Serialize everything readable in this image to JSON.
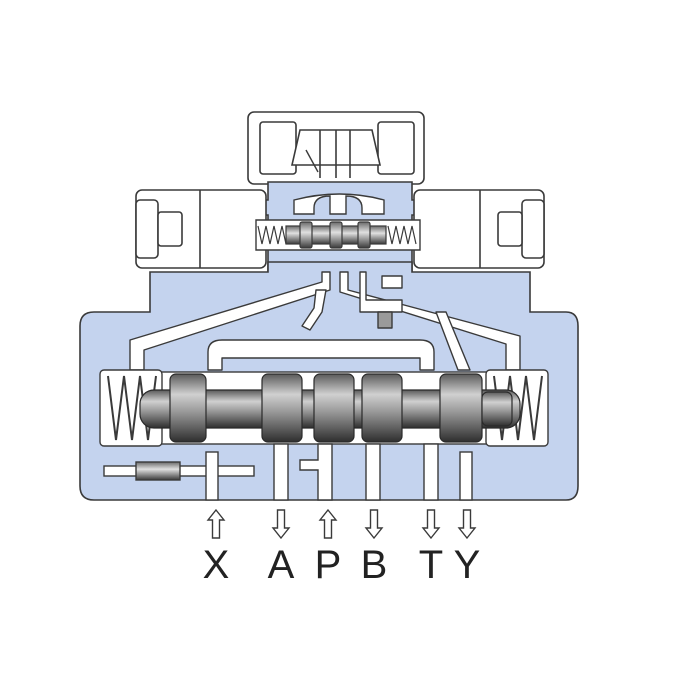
{
  "colors": {
    "body_fill": "#c4d3ee",
    "body_stroke": "#3a3a3a",
    "channel_fill": "#ffffff",
    "spool_dark": "#4a4a4a",
    "spool_mid": "#8a8a8a",
    "spool_light": "#d8d8d8",
    "label_color": "#222222"
  },
  "ports": [
    {
      "id": "x",
      "label": "X",
      "flow": "in"
    },
    {
      "id": "a",
      "label": "A",
      "flow": "out"
    },
    {
      "id": "p",
      "label": "P",
      "flow": "in"
    },
    {
      "id": "b",
      "label": "B",
      "flow": "out"
    },
    {
      "id": "t",
      "label": "T",
      "flow": "out"
    },
    {
      "id": "y",
      "label": "Y",
      "flow": "out"
    }
  ]
}
